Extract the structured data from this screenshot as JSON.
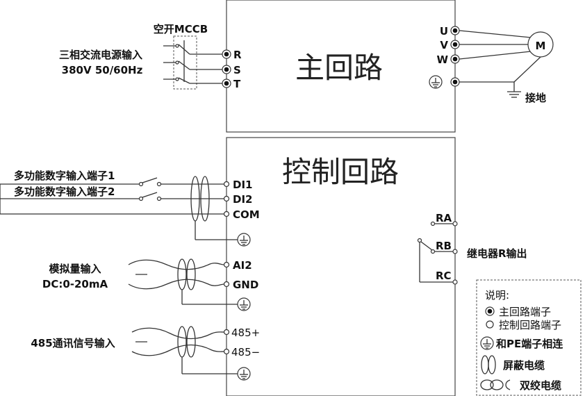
{
  "main_circuit": {
    "title": "主回路",
    "breaker_label": "空开MCCB",
    "power_input_label": "三相交流电源输入",
    "power_spec": "380V 50/60Hz",
    "input_terminals": [
      "R",
      "S",
      "T"
    ],
    "output_terminals": [
      "U",
      "V",
      "W"
    ],
    "motor_label": "M",
    "ground_label": "接地"
  },
  "control_circuit": {
    "title": "控制回路",
    "digital_input_1": "多功能数字输入端子1",
    "digital_input_2": "多功能数字输入端子2",
    "terminals": {
      "di1": "DI1",
      "di2": "DI2",
      "com": "COM",
      "ai2": "AI2",
      "gnd": "GND",
      "p485": "485+",
      "n485": "485−"
    },
    "analog_label": "模拟量输入",
    "analog_spec": "DC:0-20mA",
    "rs485_label": "485通讯信号输入",
    "relay_terminals": [
      "RA",
      "RB",
      "RC"
    ],
    "relay_label": "继电器R输出"
  },
  "legend": {
    "title": "说明:",
    "items": [
      "主回路端子",
      "控制回路端子",
      "和PE端子相连",
      "屏蔽电缆",
      "双绞电缆"
    ]
  }
}
